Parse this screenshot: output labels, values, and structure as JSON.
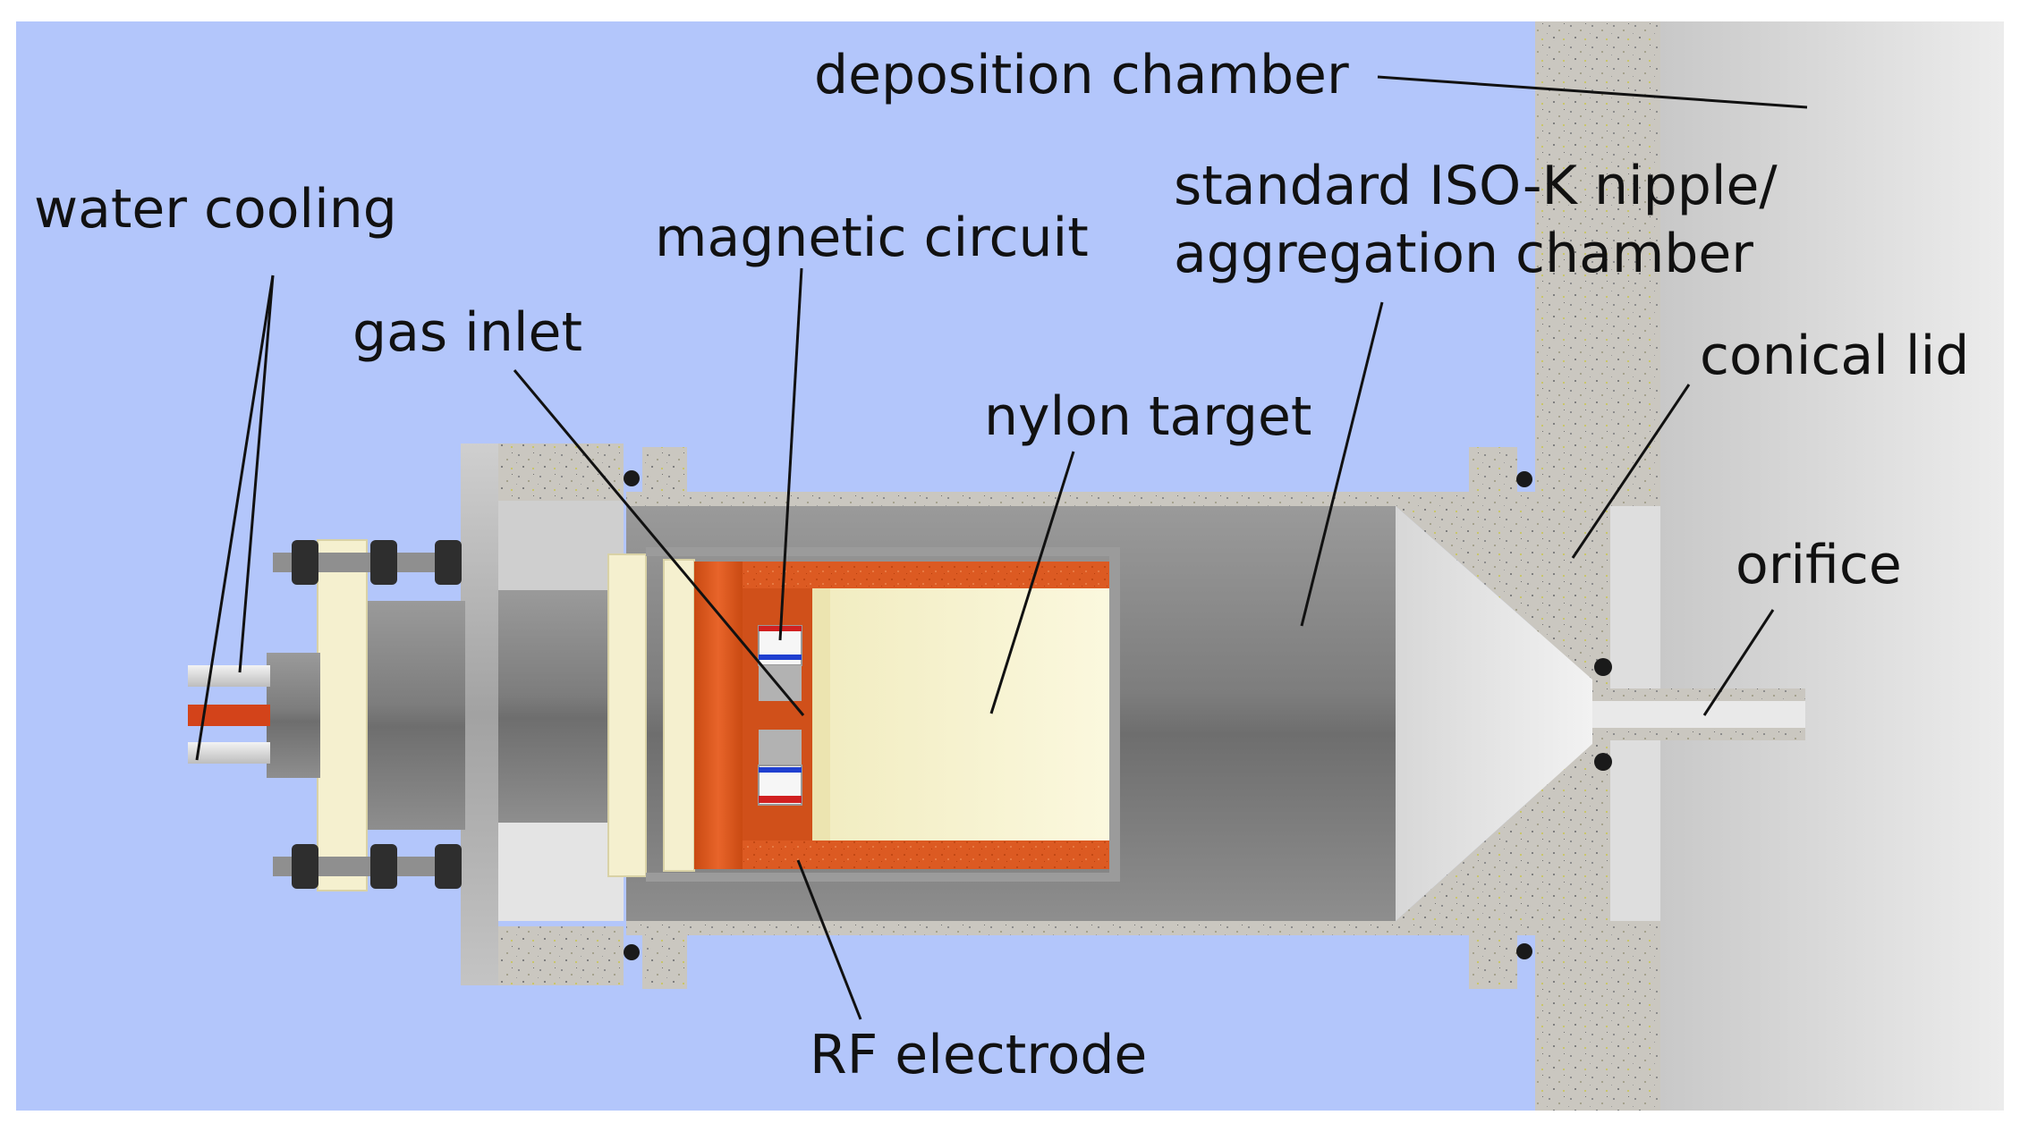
{
  "labels": {
    "deposition_chamber": "deposition chamber",
    "water_cooling": "water cooling",
    "magnetic_circuit": "magnetic circuit",
    "nipple_line1": "standard ISO-K nipple/",
    "nipple_line2": "aggregation chamber",
    "gas_inlet": "gas inlet",
    "conical_lid": "conical lid",
    "nylon_target": "nylon target",
    "orifice": "orifice",
    "rf_electrode": "RF electrode"
  },
  "colors": {
    "background_blue": "#b3c6fb",
    "chamber_wall": "#dcdcdc",
    "concrete": "#c9c6c0",
    "steel_dark": "#7b7b7b",
    "steel_light": "#b5b5b5",
    "copper": "#e05a1e",
    "nylon": "#f6f2cc",
    "ivory": "#f5f0cf",
    "bolt": "#2e2e2e",
    "magnet_blue": "#1f3fd0",
    "magnet_red": "#d12020",
    "label_text": "#111111"
  }
}
